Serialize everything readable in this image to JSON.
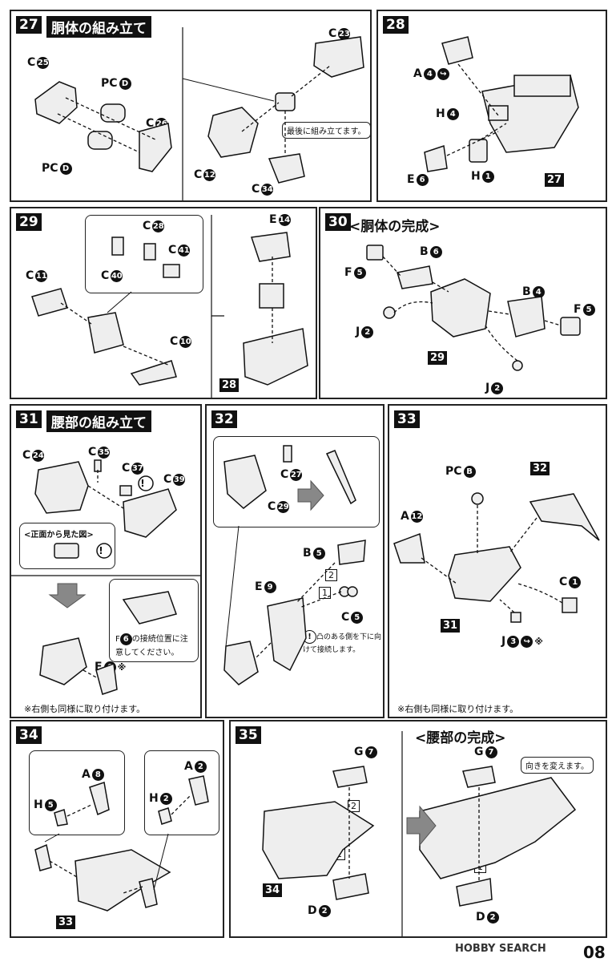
{
  "page_number": "08",
  "watermark": "HOBBY SEARCH",
  "steps": {
    "s27": {
      "num": "27",
      "title": "胴体の組み立て",
      "labels": [
        "C",
        "25",
        "PC",
        "D",
        "C",
        "26",
        "PC",
        "D",
        "C",
        "23",
        "C",
        "12",
        "C",
        "34"
      ],
      "bubble": "最後に組み立てます。"
    },
    "s28": {
      "num": "28",
      "labels": [
        "A",
        "4",
        "H",
        "4",
        "E",
        "6",
        "H",
        "1"
      ],
      "ref": "27"
    },
    "s29": {
      "num": "29",
      "labels": [
        "C",
        "28",
        "C",
        "41",
        "C",
        "40",
        "C",
        "11",
        "C",
        "10",
        "E",
        "14"
      ],
      "ref": "28"
    },
    "s30": {
      "num": "30",
      "title": "<胴体の完成>",
      "labels": [
        "F",
        "5",
        "B",
        "6",
        "B",
        "4",
        "F",
        "5",
        "J",
        "2",
        "J",
        "2"
      ],
      "ref": "29"
    },
    "s31": {
      "num": "31",
      "title": "腰部の組み立て",
      "labels": [
        "C",
        "24",
        "C",
        "35",
        "C",
        "37",
        "C",
        "39",
        "F",
        "6"
      ],
      "front_view": "<正面から見た図>",
      "note_f6": "の接続位置に注意してください。",
      "note_f6_prefix": "F",
      "note_f6_num": "6",
      "mirror_note": "※右側も同様に取り付けます。",
      "star": "※"
    },
    "s32": {
      "num": "32",
      "labels": [
        "C",
        "27",
        "C",
        "29",
        "B",
        "5",
        "E",
        "9",
        "C",
        "5"
      ],
      "order": [
        "2",
        "1"
      ],
      "note": "凸のある側を下に向けて接続します。"
    },
    "s33": {
      "num": "33",
      "labels": [
        "PC",
        "B",
        "A",
        "12",
        "C",
        "1",
        "J",
        "3"
      ],
      "refs": [
        "32",
        "31"
      ],
      "mirror_note": "※右側も同様に取り付けます。",
      "star": "※"
    },
    "s34": {
      "num": "34",
      "labels": [
        "A",
        "8",
        "H",
        "5",
        "A",
        "2",
        "H",
        "2"
      ],
      "ref": "33"
    },
    "s35": {
      "num": "35",
      "title": "<腰部の完成>",
      "labels": [
        "G",
        "7",
        "D",
        "2",
        "G",
        "7",
        "D",
        "2"
      ],
      "order": [
        "2",
        "1",
        "2",
        "1"
      ],
      "ref": "34",
      "bubble": "向きを変えます。"
    }
  }
}
